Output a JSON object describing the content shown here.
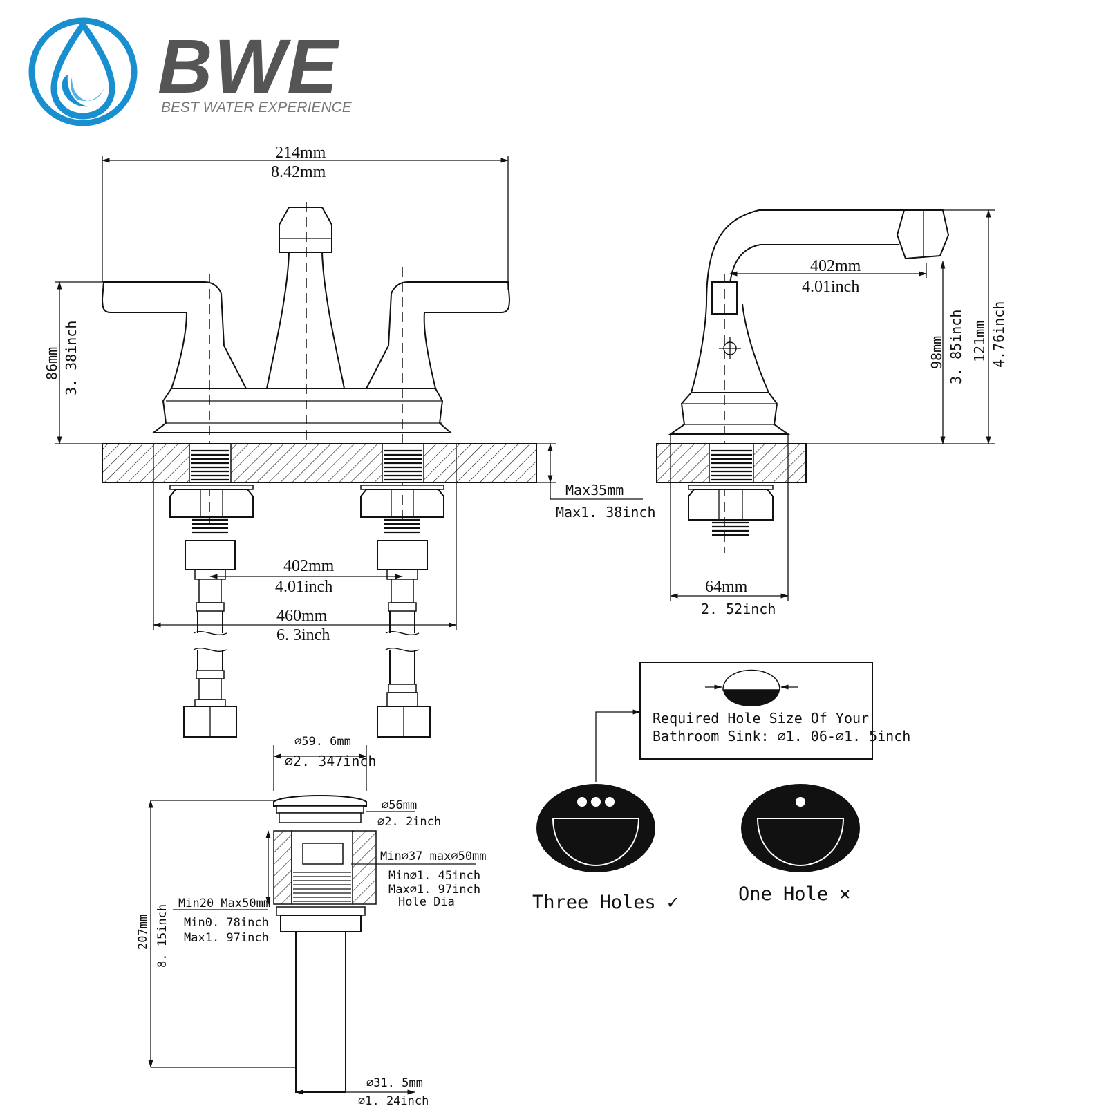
{
  "brand": {
    "name": "BWE",
    "tagline": "BEST WATER EXPERIENCE",
    "colors": {
      "ring": "#1a8fd0",
      "drop": "#1a8fd0",
      "text": "#555555",
      "tagline": "#777777"
    }
  },
  "front_view": {
    "width_mm": "214mm",
    "width_in": "8.42mm",
    "height_mm": "86mm",
    "height_in": "3. 38inch",
    "center_mm": "402mm",
    "center_in": "4.01inch",
    "base_mm": "460mm",
    "base_in": "6. 3inch",
    "deck_max_mm": "Max35mm",
    "deck_max_in": "Max1. 38inch"
  },
  "side_view": {
    "reach_mm": "402mm",
    "reach_in": "4.01inch",
    "spout_h_mm": "98mm",
    "spout_h_in": "3. 85inch",
    "total_h_mm": "121mm",
    "total_h_in": "4.76inch",
    "base_mm": "64mm",
    "base_in": "2. 52inch"
  },
  "drain": {
    "cap_mm": "⌀59. 6mm",
    "cap_in": "⌀2. 347inch",
    "flange_mm": "⌀56mm",
    "flange_in": "⌀2. 2inch",
    "hole_line1": "Min⌀37 max⌀50mm",
    "hole_line2": "Min⌀1. 45inch",
    "hole_line3": "Max⌀1. 97inch",
    "hole_line4": "Hole Dia",
    "thick_mm": "Min20 Max50mm",
    "thick_in_min": "Min0. 78inch",
    "thick_in_max": "Max1. 97inch",
    "height_mm": "207mm",
    "height_in": "8. 15inch",
    "pipe_mm": "⌀31. 5mm",
    "pipe_in": "⌀1. 24inch"
  },
  "hole_note": {
    "line1": "Required Hole Size Of Your",
    "line2": "Bathroom Sink: ⌀1. 06-⌀1. 5inch"
  },
  "sinks": {
    "three_holes": "Three Holes ✓",
    "one_hole": "One Hole ×"
  }
}
